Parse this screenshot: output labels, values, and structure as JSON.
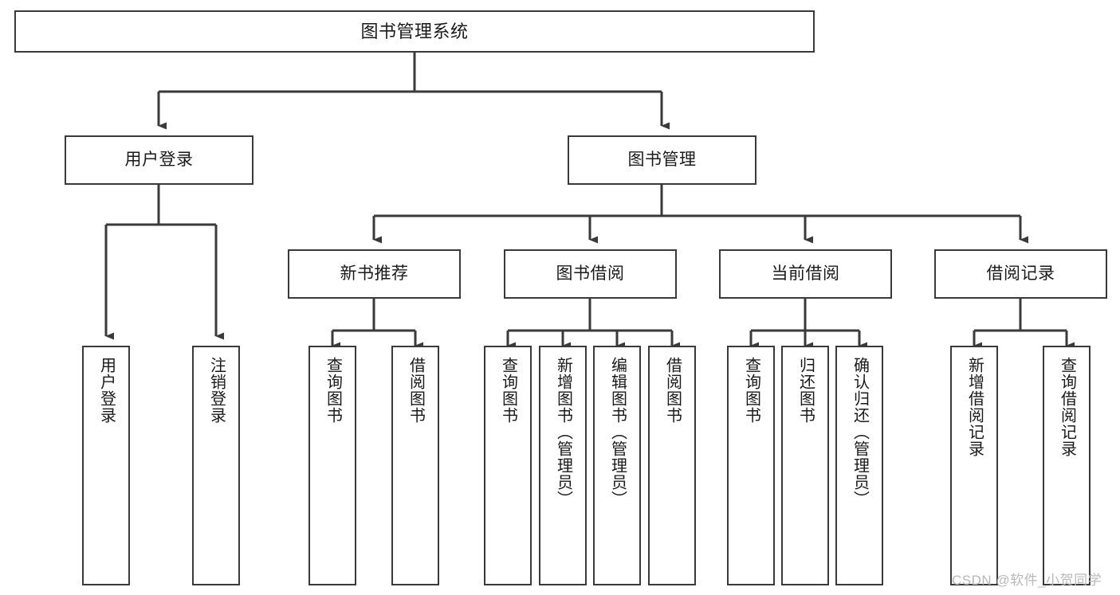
{
  "diagram": {
    "type": "tree-hierarchy-chart",
    "title": "图书管理系统",
    "watermark": "CSDN @软件_小贺同学",
    "stroke_color": "#3a3a3a",
    "text_color": "#1a1a1a",
    "background_color": "#ffffff",
    "watermark_color": "#b9b9b9"
  },
  "nodes": {
    "root": {
      "label": "图书管理系统"
    },
    "level2": [
      {
        "label": "用户登录"
      },
      {
        "label": "图书管理"
      }
    ],
    "level3": [
      {
        "label": "新书推荐"
      },
      {
        "label": "图书借阅"
      },
      {
        "label": "当前借阅"
      },
      {
        "label": "借阅记录"
      }
    ],
    "leaves": {
      "user_login": [
        {
          "label": "用户登录"
        },
        {
          "label": "注销登录"
        }
      ],
      "new_book_recommend": [
        {
          "label": "查询图书"
        },
        {
          "label": "借阅图书"
        }
      ],
      "book_borrow": [
        {
          "label": "查询图书"
        },
        {
          "label": "新增图书（管理员）"
        },
        {
          "label": "编辑图书（管理员）"
        },
        {
          "label": "借阅图书"
        }
      ],
      "current_borrow": [
        {
          "label": "查询图书"
        },
        {
          "label": "归还图书"
        },
        {
          "label": "确认归还（管理员）"
        }
      ],
      "borrow_record": [
        {
          "label": "新增借阅记录"
        },
        {
          "label": "查询借阅记录"
        }
      ]
    }
  }
}
